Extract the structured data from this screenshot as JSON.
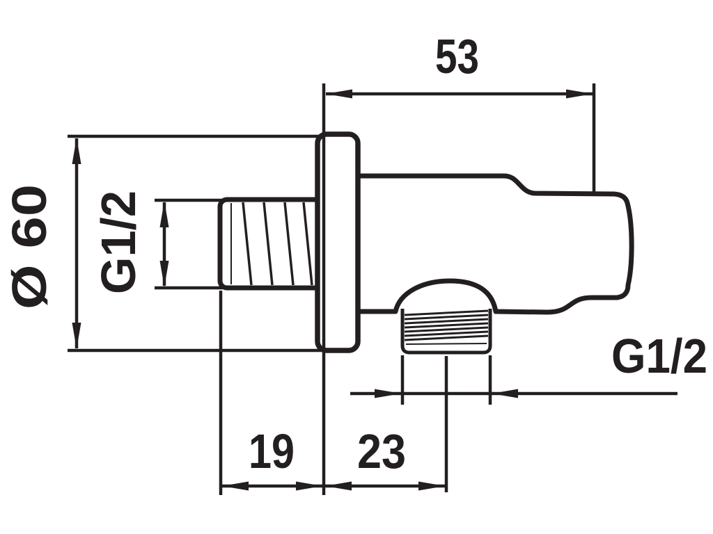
{
  "colors": {
    "ink": "#231f20",
    "background": "#ffffff"
  },
  "labels": {
    "width_top": "53",
    "diameter_left": "Ø 60",
    "thread_inlet": "G1/2",
    "depth_bottom_left": "19",
    "offset_bottom_center": "23",
    "thread_outlet": "G1/2"
  }
}
